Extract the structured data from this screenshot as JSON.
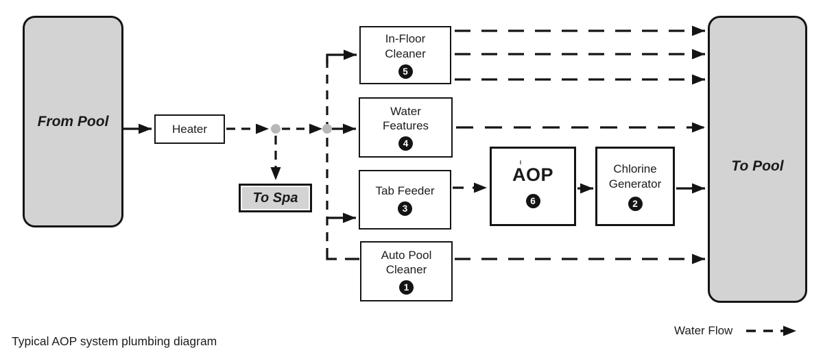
{
  "diagram": {
    "caption": "Typical AOP system plumbing diagram",
    "legend": {
      "label": "Water Flow"
    },
    "nodes": {
      "from_pool": {
        "label": "From Pool"
      },
      "heater": {
        "label": "Heater"
      },
      "to_spa": {
        "label": "To Spa"
      },
      "in_floor_cleaner": {
        "line1": "In-Floor",
        "line2": "Cleaner",
        "badge": "5"
      },
      "water_features": {
        "line1": "Water",
        "line2": "Features",
        "badge": "4"
      },
      "tab_feeder": {
        "label": "Tab Feeder",
        "badge": "3"
      },
      "auto_pool_cleaner": {
        "line1": "Auto Pool",
        "line2": "Cleaner",
        "badge": "1"
      },
      "aop": {
        "label": "AOP",
        "badge": "6"
      },
      "chlorine_generator": {
        "line1": "Chlorine",
        "line2": "Generator",
        "badge": "2"
      },
      "to_pool": {
        "label": "To Pool"
      }
    },
    "colors": {
      "line": "#141414",
      "node_fill": "#d3d3d3",
      "junction_dot": "#b7b7b7",
      "badge_bg": "#141414",
      "badge_text": "#ffffff"
    }
  }
}
